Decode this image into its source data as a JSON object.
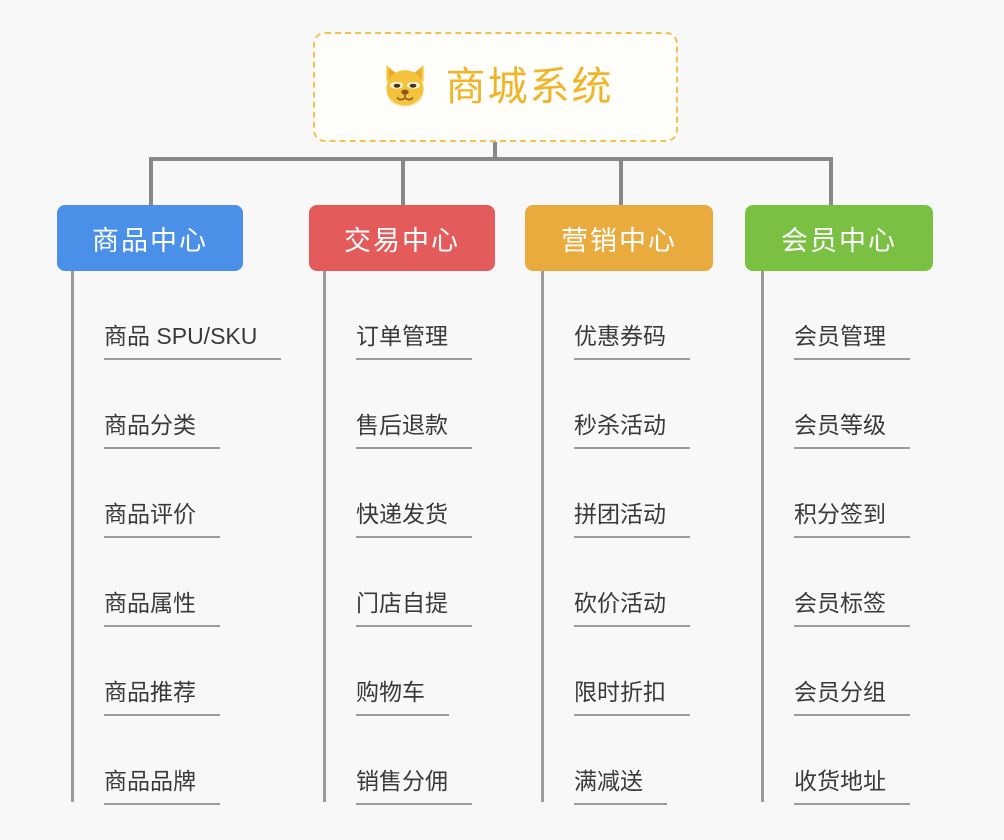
{
  "canvas": {
    "background": "#f8f8f8",
    "connector_color": "#888888",
    "leaf_line_color": "#9b9b9b",
    "leaf_text_color": "#3a3a3a"
  },
  "root": {
    "title": "商城系统",
    "icon": "shiba-dog-face-icon",
    "text_color": "#f0b429",
    "border_color": "#f3c24a",
    "fill_color": "#fffefb"
  },
  "branches": [
    {
      "label": "商品中心",
      "color": "#4a90e8",
      "items": [
        "商品 SPU/SKU",
        "商品分类",
        "商品评价",
        "商品属性",
        "商品推荐",
        "商品品牌"
      ]
    },
    {
      "label": "交易中心",
      "color": "#e45b5b",
      "items": [
        "订单管理",
        "售后退款",
        "快递发货",
        "门店自提",
        "购物车",
        "销售分佣"
      ]
    },
    {
      "label": "营销中心",
      "color": "#eaab3e",
      "items": [
        "优惠券码",
        "秒杀活动",
        "拼团活动",
        "砍价活动",
        "限时折扣",
        "满减送"
      ]
    },
    {
      "label": "会员中心",
      "color": "#7ac143",
      "items": [
        "会员管理",
        "会员等级",
        "积分签到",
        "会员标签",
        "会员分组",
        "收货地址"
      ]
    }
  ]
}
